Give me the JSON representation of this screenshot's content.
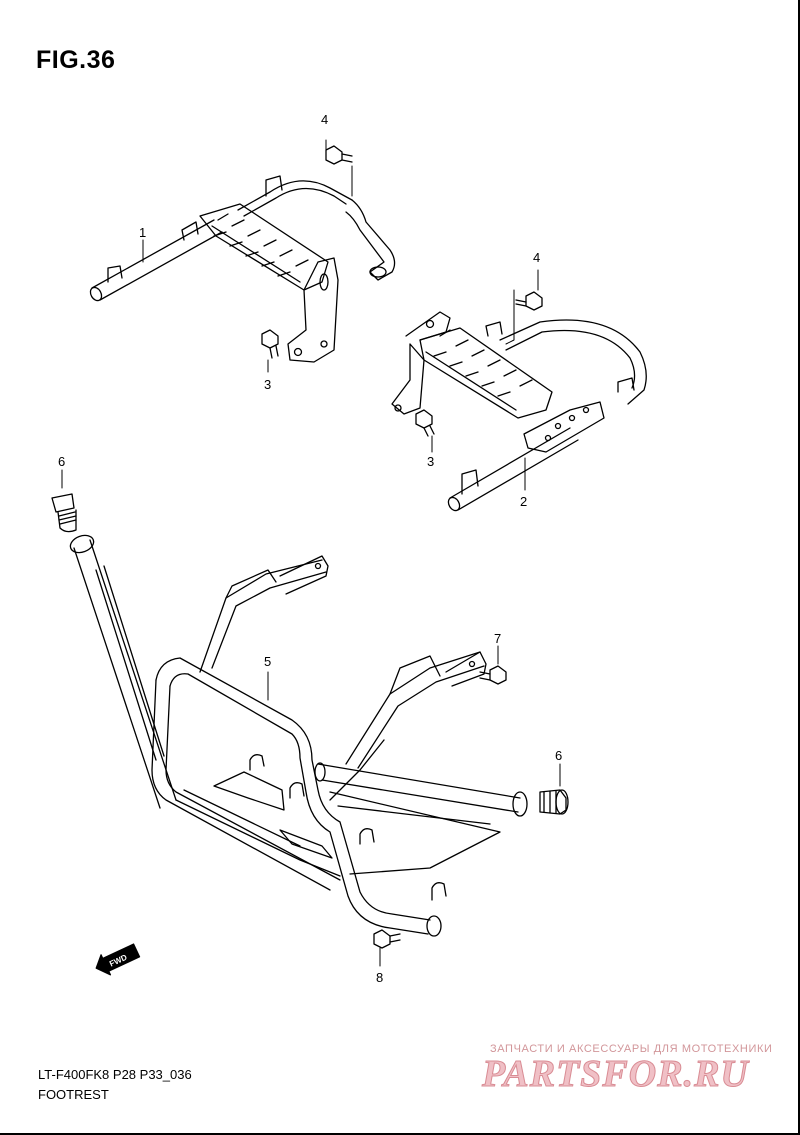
{
  "figure": {
    "title": "FIG.36"
  },
  "callouts": {
    "c1": "1",
    "c2": "2",
    "c3a": "3",
    "c3b": "3",
    "c4a": "4",
    "c4b": "4",
    "c5": "5",
    "c6a": "6",
    "c6b": "6",
    "c7": "7",
    "c8": "8"
  },
  "fwd_arrow": {
    "label": "FWD"
  },
  "footer": {
    "code": "LT-F400FK8 P28 P33_036",
    "name": "FOOTREST"
  },
  "watermark": {
    "tagline": "ЗАПЧАСТИ И АКСЕССУАРЫ ДЛЯ МОТОТЕХНИКИ",
    "logo": "PARTSFOR.RU"
  }
}
